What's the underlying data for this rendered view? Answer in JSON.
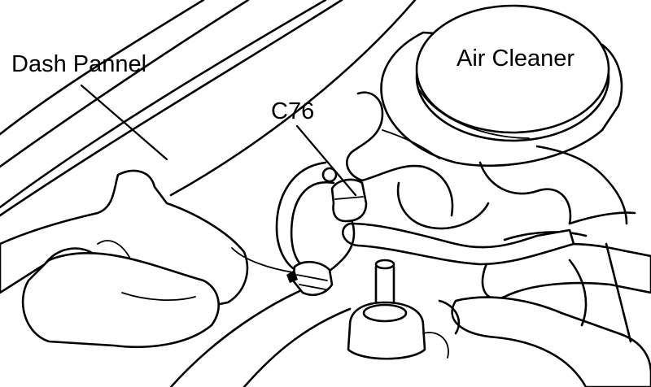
{
  "labels": {
    "dash_panel": "Dash Pannel",
    "air_cleaner": "Air Cleaner",
    "connector": "C76"
  }
}
